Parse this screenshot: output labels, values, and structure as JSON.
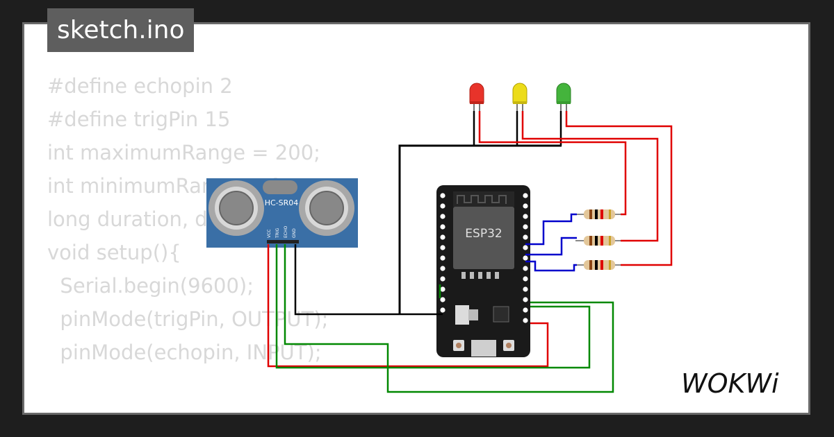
{
  "tab": {
    "filename": "sketch.ino"
  },
  "code_lines": [
    "#define echopin 2",
    "#define trigPin 15",
    "",
    "int maximumRange = 200;",
    "int minimumRange = 0;",
    "long duration, distance;",
    "",
    "void setup(){",
    "  Serial.begin(9600);",
    "  pinMode(trigPin, OUTPUT);",
    "  pinMode(echopin, INPUT);"
  ],
  "sensor": {
    "model": "HC-SR04",
    "pins": [
      "VCC",
      "TRIG",
      "ECHO",
      "GND"
    ]
  },
  "board": {
    "label": "ESP32"
  },
  "leds": [
    {
      "color": "red",
      "hex": "#e8332a"
    },
    {
      "color": "yellow",
      "hex": "#ecdc1a"
    },
    {
      "color": "green",
      "hex": "#44b43c"
    }
  ],
  "brand": {
    "logo": "WOKWi"
  },
  "colors": {
    "wire_red": "#e00000",
    "wire_black": "#000000",
    "wire_blue": "#0000cc",
    "wire_green": "#008800",
    "sensor_blue": "#3a6fa6",
    "board": "#1a1a1a"
  }
}
